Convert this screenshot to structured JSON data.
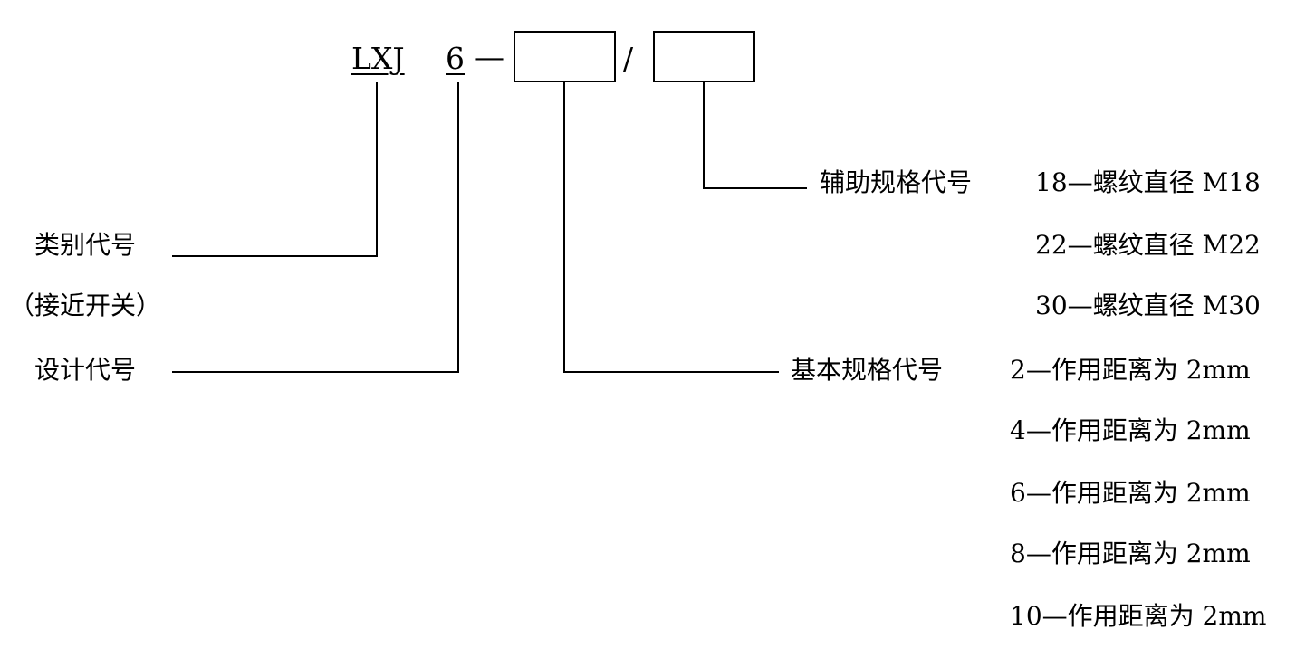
{
  "code": {
    "prefix": "LXJ",
    "design": "6",
    "dash": "—",
    "slash": "/"
  },
  "left_labels": {
    "category": "类别代号",
    "category_note": "（接近开关）",
    "design": "设计代号"
  },
  "auxiliary": {
    "title": "辅助规格代号",
    "items": [
      "18—螺纹直径 M18",
      "22—螺纹直径 M22",
      "30—螺纹直径 M30"
    ]
  },
  "basic": {
    "title": "基本规格代号",
    "items": [
      "2—作用距离为 2mm",
      "4—作用距离为 2mm",
      "6—作用距离为 2mm",
      "8—作用距离为 2mm",
      "10—作用距离为 2mm"
    ]
  }
}
